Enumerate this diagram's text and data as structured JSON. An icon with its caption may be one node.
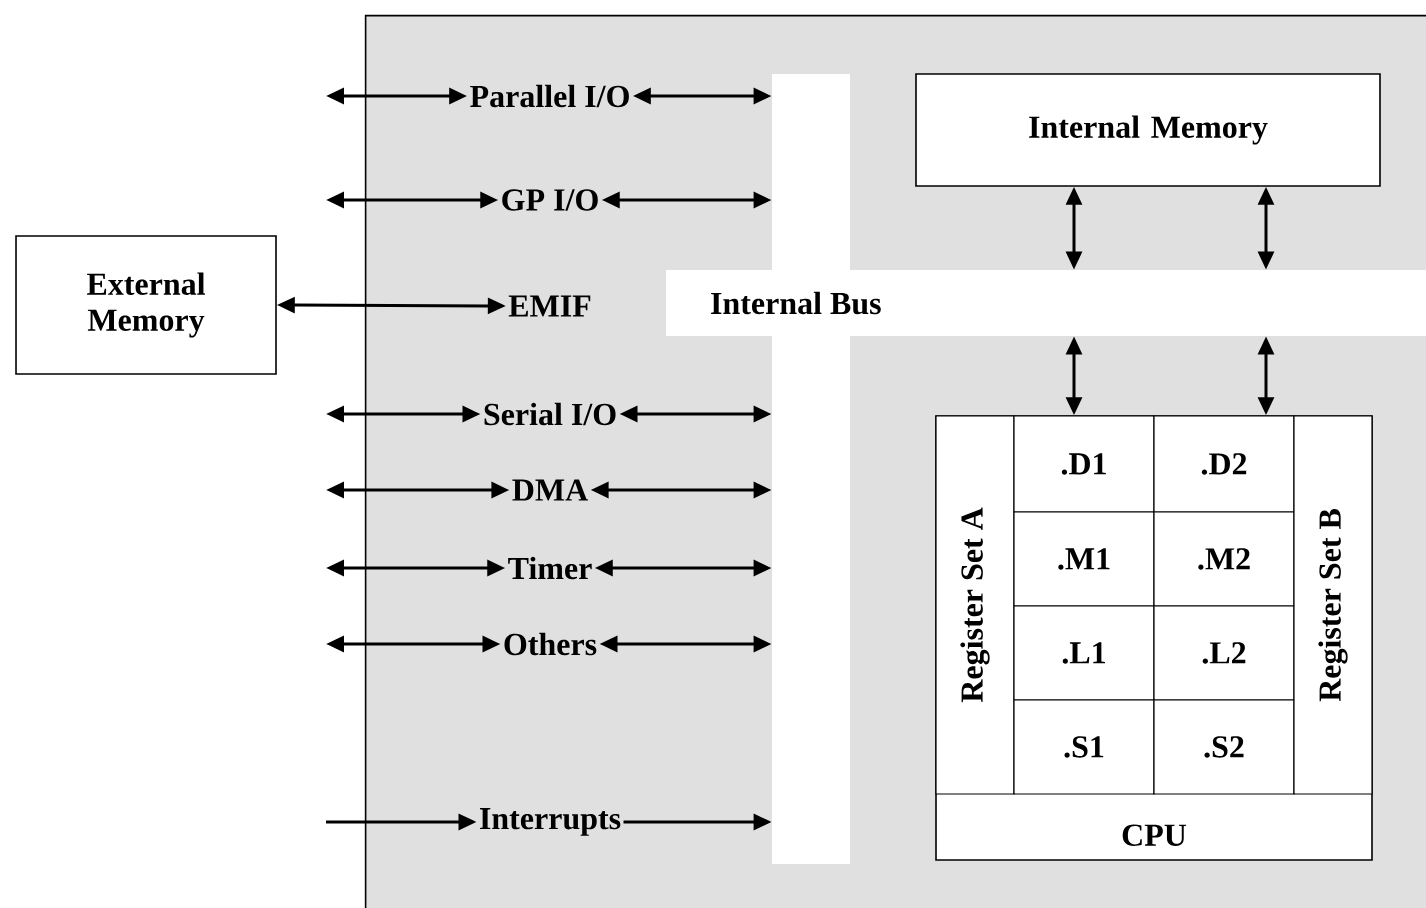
{
  "diagram": {
    "nodes": [
      {
        "text": [],
        "shape": "box"
      },
      {
        "text": [
          "External Memory"
        ]
      },
      {
        "text": [
          "Parallel I/O"
        ],
        "in": 0
      },
      {
        "text": [
          "GP I/O"
        ],
        "in": 0
      },
      {
        "text": [
          "EMIF"
        ],
        "in": 0
      },
      {
        "text": [
          "Serial I/O"
        ],
        "in": 0
      },
      {
        "text": [
          "DMA"
        ],
        "in": 0
      },
      {
        "text": [
          "Timer"
        ],
        "in": 0
      },
      {
        "text": [
          "Others"
        ],
        "in": 0
      },
      {
        "text": [
          "Interrupts"
        ],
        "in": 0
      },
      {
        "text": [
          "Internal Bus"
        ],
        "in": 0
      },
      {
        "text": [
          "Internal Memory"
        ],
        "in": 0
      },
      {
        "text": [
          "CPU"
        ],
        "in": 0
      },
      {
        "text": [
          "Register Set A"
        ],
        "in": 12
      },
      {
        "text": [
          ".D1"
        ],
        "in": 12
      },
      {
        "text": [
          ".D2"
        ],
        "in": 12
      },
      {
        "text": [
          ".M1"
        ],
        "in": 12
      },
      {
        "text": [
          ".M2"
        ],
        "in": 12
      },
      {
        "text": [
          ".L1"
        ],
        "in": 12
      },
      {
        "text": [
          ".L2"
        ],
        "in": 12
      },
      {
        "text": [
          ".S1"
        ],
        "in": 12
      },
      {
        "text": [
          ".S2"
        ],
        "in": 12
      },
      {
        "text": [
          "Register Set B"
        ],
        "in": 12
      },
      {
        "text": [],
        "shape": "bar",
        "in": 0
      }
    ],
    "edges": [
      {
        "from": null,
        "to": 2,
        "arrow": "both"
      },
      {
        "from": 2,
        "to": 23,
        "arrow": "both"
      },
      {
        "from": null,
        "to": 3,
        "arrow": "both"
      },
      {
        "from": 3,
        "to": 23,
        "arrow": "both"
      },
      {
        "from": 1,
        "to": 4,
        "arrow": "both"
      },
      {
        "from": null,
        "to": 5,
        "arrow": "both"
      },
      {
        "from": 5,
        "to": 23,
        "arrow": "both"
      },
      {
        "from": null,
        "to": 6,
        "arrow": "both"
      },
      {
        "from": 6,
        "to": 23,
        "arrow": "both"
      },
      {
        "from": null,
        "to": 7,
        "arrow": "both"
      },
      {
        "from": 7,
        "to": 23,
        "arrow": "both"
      },
      {
        "from": null,
        "to": 8,
        "arrow": "both"
      },
      {
        "from": 8,
        "to": 23,
        "arrow": "both"
      },
      {
        "from": null,
        "to": 9,
        "arrow": "to"
      },
      {
        "from": 9,
        "to": 23,
        "arrow": "to"
      },
      {
        "from": 11,
        "to": 10,
        "arrow": "both"
      },
      {
        "from": 11,
        "to": 10,
        "arrow": "both"
      },
      {
        "from": 10,
        "to": 12,
        "arrow": "both"
      },
      {
        "from": 10,
        "to": 12,
        "arrow": "both"
      }
    ]
  }
}
